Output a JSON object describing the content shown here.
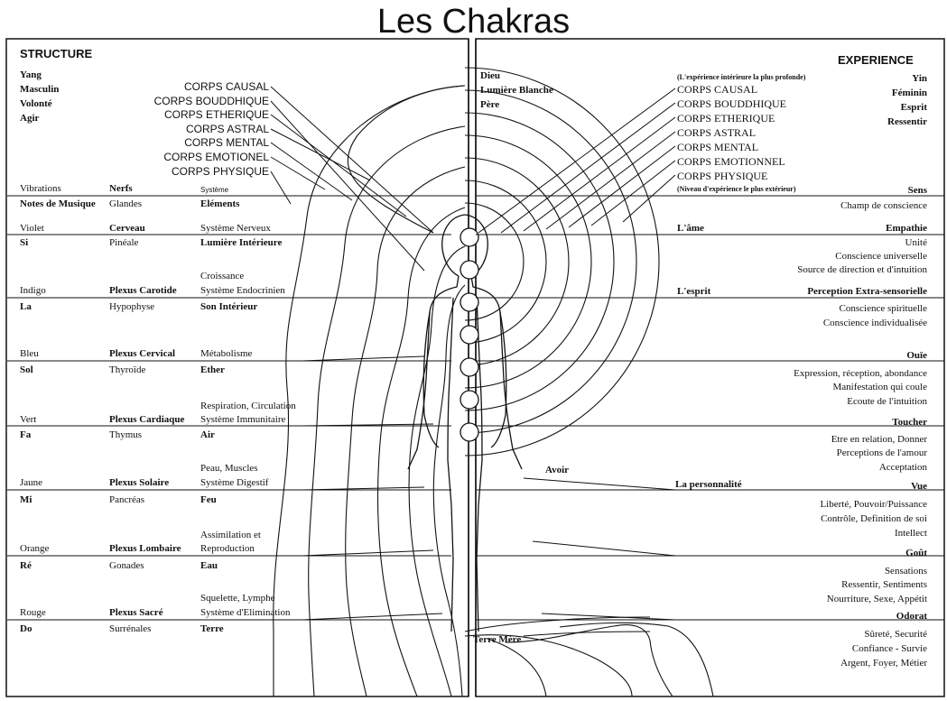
{
  "title": "Les Chakras",
  "structure": {
    "header": "STRUCTURE",
    "qualities": [
      "Yang",
      "Masculin",
      "Volonté",
      "Agir"
    ],
    "bodies": [
      "CORPS CAUSAL",
      "CORPS BOUDDHIQUE",
      "CORPS ETHERIQUE",
      "CORPS ASTRAL",
      "CORPS MENTAL",
      "CORPS EMOTIONEL",
      "CORPS PHYSIQUE"
    ],
    "col_headers": {
      "vibrations": "Vibrations",
      "nerfs": "Nerfs",
      "systeme": "Système",
      "notes": "Notes de Musique",
      "glandes": "Glandes",
      "elements": "Eléments"
    },
    "chakras": [
      {
        "color": "Violet",
        "nerf": "Cerveau",
        "systeme": [
          "Système Nerveux"
        ],
        "note": "Si",
        "glande": "Pinéale",
        "element": "Lumière Intérieure"
      },
      {
        "color": "Indigo",
        "nerf": "Plexus Carotide",
        "systeme": [
          "Croissance",
          "Système Endocrinien"
        ],
        "note": "La",
        "glande": "Hypophyse",
        "element": "Son Intérieur"
      },
      {
        "color": "Bleu",
        "nerf": "Plexus Cervical",
        "systeme": [
          "Métabolisme"
        ],
        "note": "Sol",
        "glande": "Thyroïde",
        "element": "Ether"
      },
      {
        "color": "Vert",
        "nerf": "Plexus Cardiaque",
        "systeme": [
          "Respiration, Circulation",
          "Système Immunitaire"
        ],
        "note": "Fa",
        "glande": "Thymus",
        "element": "Air"
      },
      {
        "color": "Jaune",
        "nerf": "Plexus Solaire",
        "systeme": [
          "Peau, Muscles",
          "Système Digestif"
        ],
        "note": "Mi",
        "glande": "Pancréas",
        "element": "Feu"
      },
      {
        "color": "Orange",
        "nerf": "Plexus Lombaire",
        "systeme": [
          "Assimilation et",
          "Reproduction"
        ],
        "note": "Ré",
        "glande": "Gonades",
        "element": "Eau"
      },
      {
        "color": "Rouge",
        "nerf": "Plexus Sacré",
        "systeme": [
          "Squelette, Lymphe",
          "Système d'Elimination"
        ],
        "note": "Do",
        "glande": "Surrénales",
        "element": "Terre"
      }
    ]
  },
  "experience": {
    "header": "EXPERIENCE",
    "qualities": [
      "Yin",
      "Féminin",
      "Esprit",
      "Ressentir"
    ],
    "top_left": [
      "Dieu",
      "Lumière Blanche",
      "Père"
    ],
    "note_top": "(L'expérience intérieure la plus profonde)",
    "bodies": [
      "CORPS CAUSAL",
      "CORPS BOUDDHIQUE",
      "CORPS ETHERIQUE",
      "CORPS ASTRAL",
      "CORPS MENTAL",
      "CORPS EMOTIONNEL",
      "CORPS PHYSIQUE"
    ],
    "note_bottom": "(Niveau d'expérience le plus extérieur)",
    "levels": {
      "ame": "L'âme",
      "esprit": "L'esprit",
      "avoir": "Avoir",
      "personnalite": "La personnalité"
    },
    "terre": "Terre Mère",
    "senses": [
      {
        "name": "Sens",
        "items": [
          "Champ de conscience"
        ]
      },
      {
        "name": "Empathie",
        "items": [
          "Unité",
          "Conscience universelle",
          "Source de direction et d'intuition"
        ]
      },
      {
        "name": "Perception Extra-sensorielle",
        "items": [
          "Conscience spirituelle",
          "Conscience individualisée"
        ]
      },
      {
        "name": "Ouïe",
        "items": [
          "Expression, réception, abondance",
          "Manifestation qui coule",
          "Ecoute de l'intuition"
        ]
      },
      {
        "name": "Toucher",
        "items": [
          "Etre en relation, Donner",
          "Perceptions de l'amour",
          "Acceptation"
        ]
      },
      {
        "name": "Vue",
        "items": [
          "Liberté, Pouvoir/Puissance",
          "Contrôle, Definition de soi",
          "Intellect"
        ]
      },
      {
        "name": "Goût",
        "items": [
          "Sensations",
          "Ressentir, Sentiments",
          "Nourriture, Sexe, Appétit"
        ]
      },
      {
        "name": "Odorat",
        "items": [
          "Sûreté, Securité",
          "Confiance - Survie",
          "Argent, Foyer, Métier"
        ]
      }
    ]
  }
}
